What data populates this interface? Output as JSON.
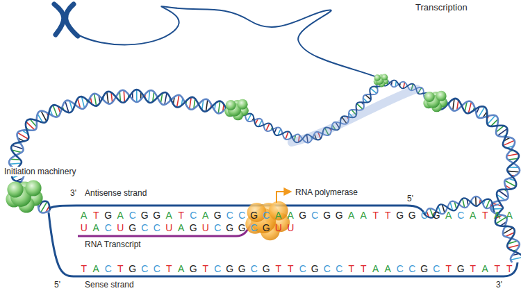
{
  "diagram": {
    "title": "Transcription",
    "labels": [
      "3'",
      "Antisense strand",
      "RNA polymerase",
      "5'",
      "ATGACGGATCAGCCGCAAGCGGAATTGGCGACATAA",
      "UACUGCCUAGUCGGCGUU",
      "RNA Transcript",
      "TACTGCCTAGTCGGCGTTCGCCTTAACCGCTGTATT",
      "5'",
      "Sense strand",
      "3'",
      "Initiation machinery"
    ]
  }
}
